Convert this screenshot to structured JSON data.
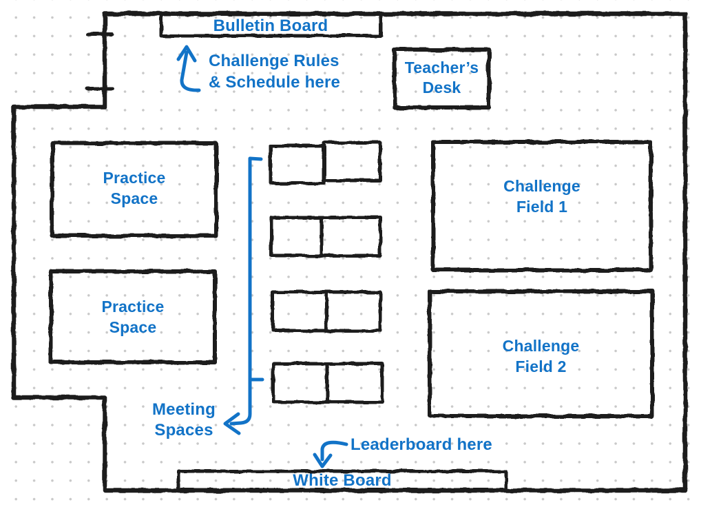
{
  "colors": {
    "ink": "#1c1c1c",
    "accent_blue": "#1273c7",
    "dot_grid": "#c9c9c9"
  },
  "rooms": {
    "bulletin_board": {
      "label": "Bulletin Board"
    },
    "teachers_desk": {
      "lines": [
        "Teacher’s",
        "Desk"
      ]
    },
    "practice_space": {
      "lines": [
        "Practice",
        "Space"
      ]
    },
    "challenge_field_1": {
      "lines": [
        "Challenge",
        "Field 1"
      ]
    },
    "challenge_field_2": {
      "lines": [
        "Challenge",
        "Field 2"
      ]
    },
    "white_board": {
      "label": "White Board"
    }
  },
  "annotations": {
    "rules_note": {
      "lines": [
        "Challenge Rules",
        "& Schedule here"
      ]
    },
    "meeting_note": {
      "lines": [
        "Meeting",
        "Spaces"
      ]
    },
    "leaderboard_note": {
      "label": "Leaderboard here"
    }
  },
  "icons": {
    "rules_arrow": "up-arrow",
    "meeting_bracket": "left-arrow-bracket",
    "leaderboard_arrow": "down-arrow"
  }
}
